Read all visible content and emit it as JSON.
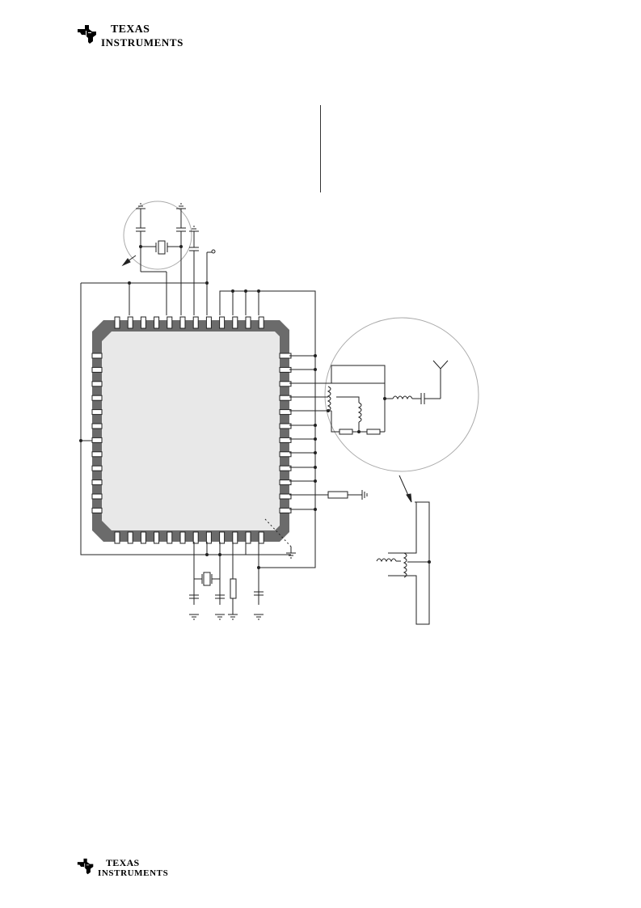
{
  "header": {
    "logo": {
      "line1": "Texas",
      "line2": "Instruments",
      "icon": "ti-logo-icon"
    }
  },
  "footer": {
    "logo": {
      "line1": "Texas",
      "line2": "Instruments",
      "icon": "ti-logo-icon"
    }
  },
  "diagram": {
    "type": "circuit-schematic",
    "ic": {
      "package": "QFN",
      "pins_per_side": 12,
      "body_fill": "#e8e8e8",
      "outline_fill": "#6b6b6b"
    },
    "callouts": [
      "crystal-oscillator-circuit",
      "antenna-balun-matching-circuit",
      "balun-detail"
    ],
    "colors": {
      "line": "#222222",
      "circle": "#aaaaaa"
    }
  }
}
